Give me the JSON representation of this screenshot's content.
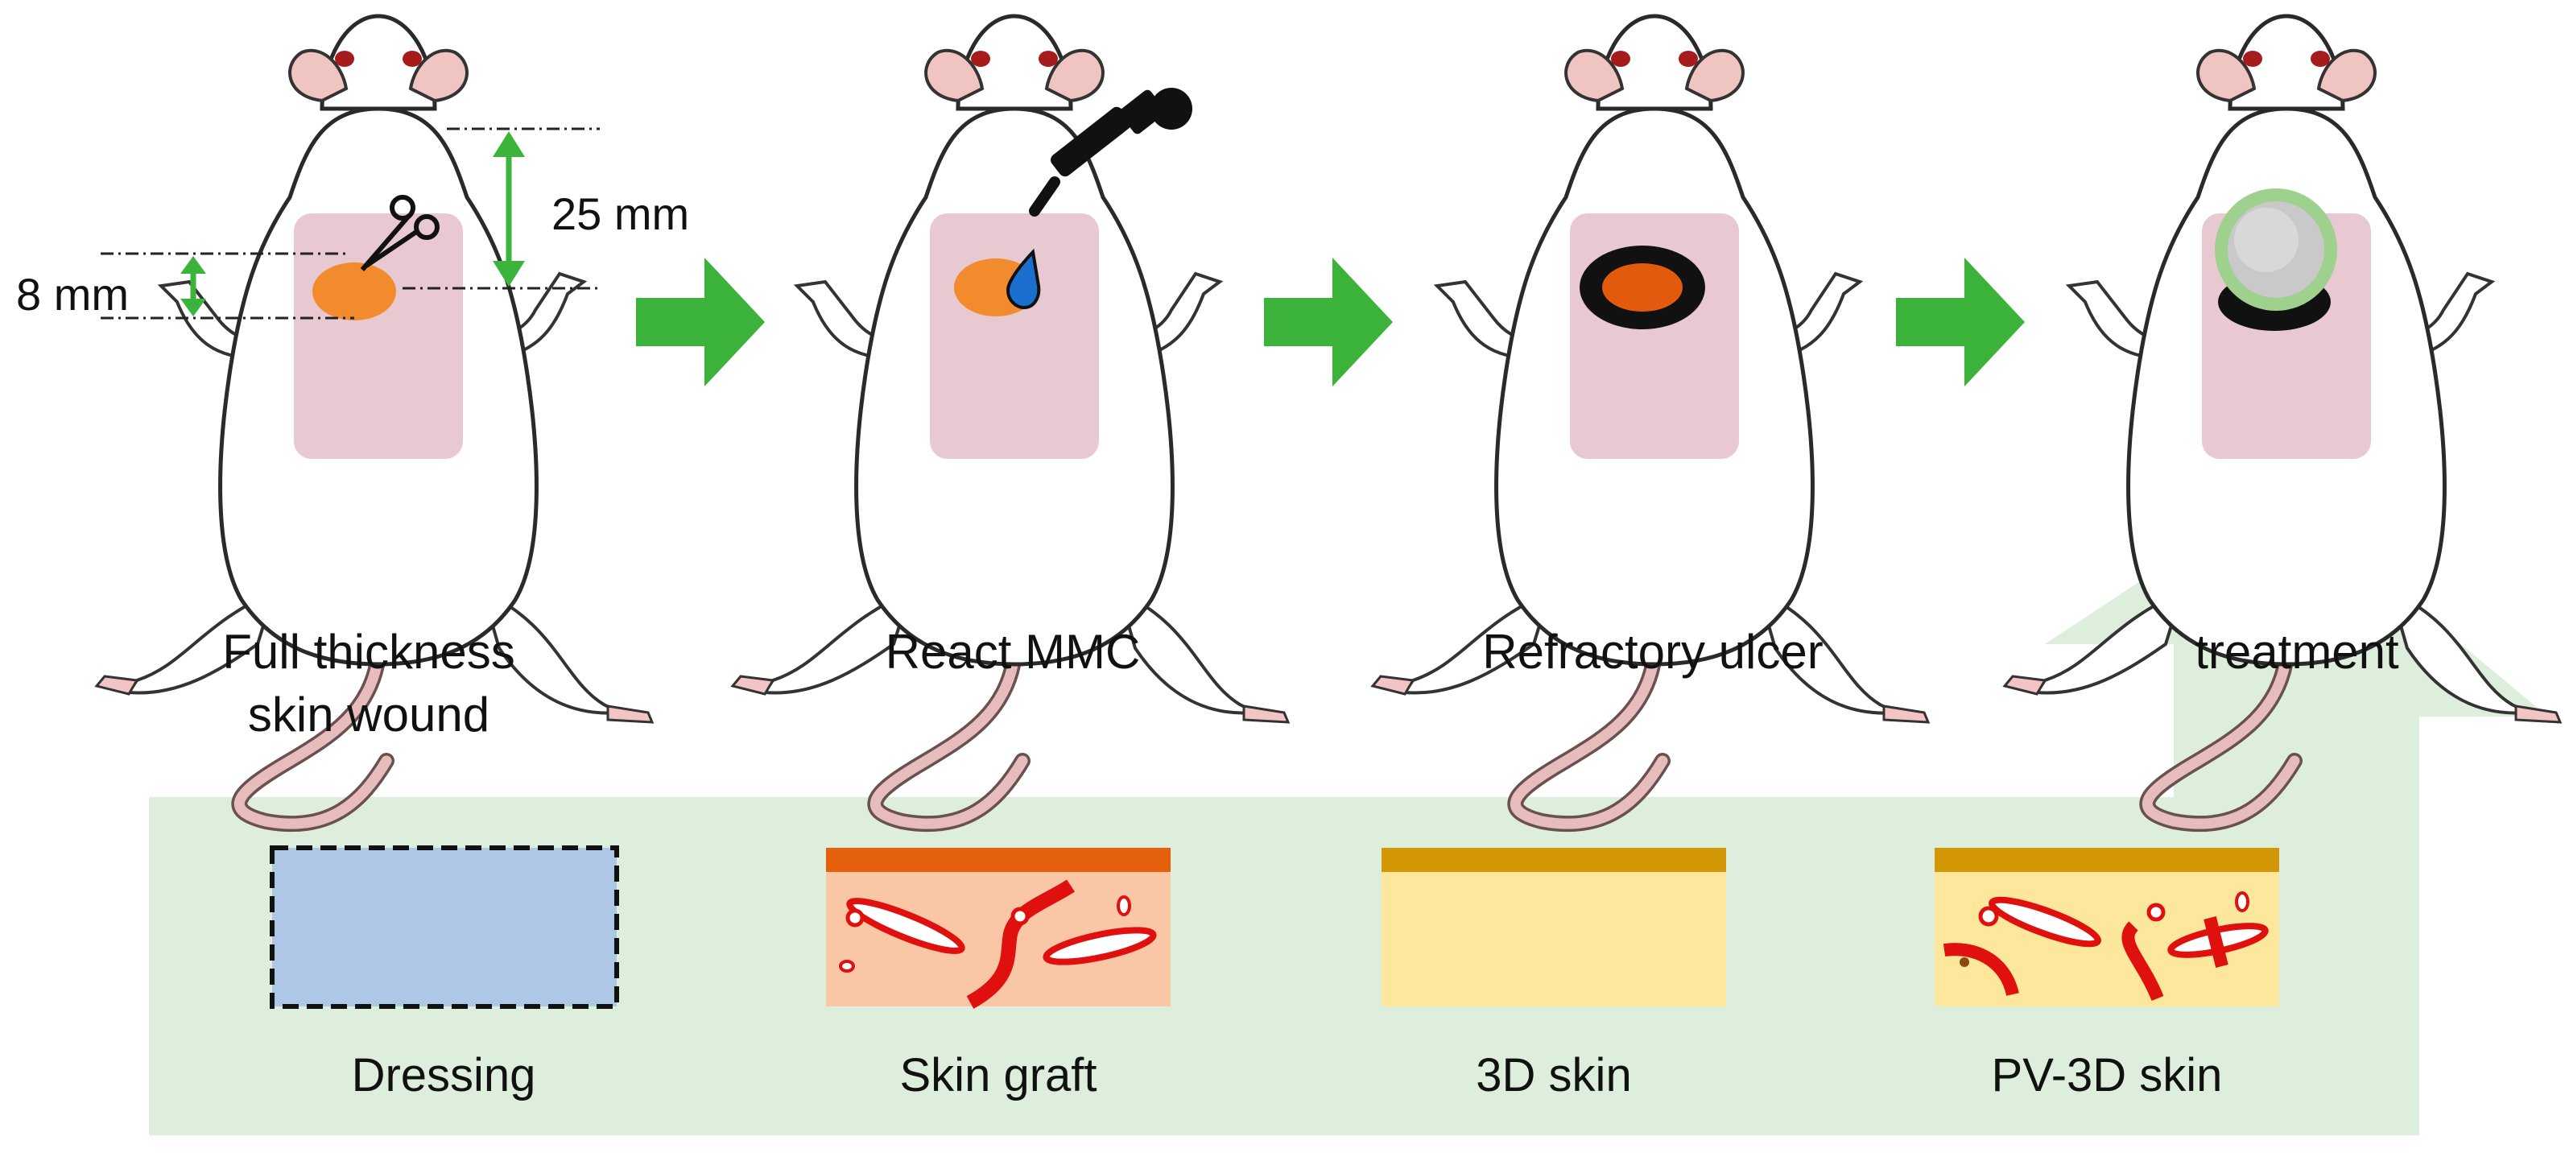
{
  "steps": [
    {
      "label_lines": [
        "Full thickness",
        "skin wound"
      ]
    },
    {
      "label_lines": [
        "React MMC"
      ]
    },
    {
      "label_lines": [
        "Refractory ulcer"
      ]
    },
    {
      "label_lines": [
        "treatment"
      ]
    }
  ],
  "dimensions": {
    "wound_size": "8 mm",
    "area_size": "25 mm"
  },
  "treatments": [
    {
      "label": "Dressing"
    },
    {
      "label": "Skin graft"
    },
    {
      "label": "3D skin"
    },
    {
      "label": "PV-3D skin"
    }
  ],
  "colors": {
    "arrow_green": "#3bb33b",
    "dimension_green": "#3cb43c",
    "panel_green": "#deeedc",
    "back_patch": "#e8c9d2",
    "wound_orange": "#f28a2e",
    "ulcer_orange": "#e35a0e",
    "dressing_blue": "#aec7e6",
    "graft_skin": "#f9c7a5",
    "graft_top": "#e5600d",
    "skin3d_body": "#fde79c",
    "skin3d_top": "#d39605",
    "vessel_red": "#e0100e"
  }
}
